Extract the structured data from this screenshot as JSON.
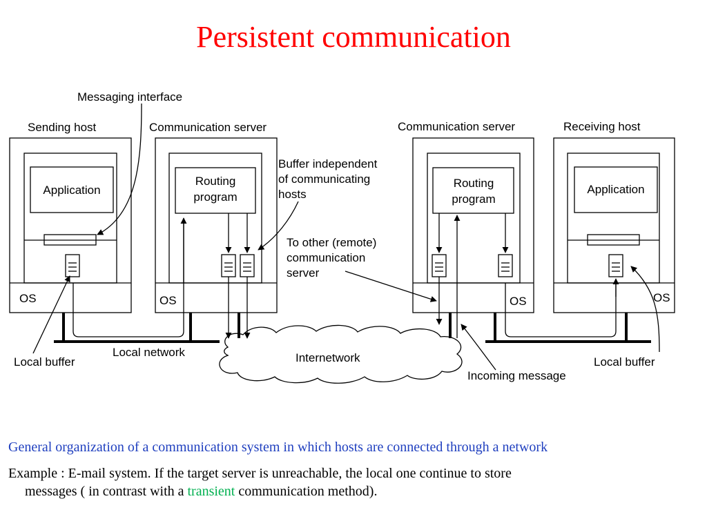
{
  "title": "Persistent communication",
  "diagram": {
    "messaging_interface": "Messaging interface",
    "sending_host": "Sending host",
    "comm_server_left": "Communication server",
    "comm_server_right": "Communication server",
    "receiving_host": "Receiving host",
    "application_left": "Application",
    "application_right": "Application",
    "routing_left_1": "Routing",
    "routing_left_2": "program",
    "routing_right_1": "Routing",
    "routing_right_2": "program",
    "buffer_note_1": "Buffer independent",
    "buffer_note_2": "of communicating",
    "buffer_note_3": "hosts",
    "remote_note_1": "To other (remote)",
    "remote_note_2": "communication",
    "remote_note_3": "server",
    "os_1": "OS",
    "os_2": "OS",
    "os_3": "OS",
    "os_4": "OS",
    "local_buffer_left": "Local buffer",
    "local_network": "Local network",
    "internetwork": "Internetwork",
    "incoming_message": "Incoming message",
    "local_buffer_right": "Local buffer"
  },
  "caption": "General organization of a communication system in which hosts are connected through a network",
  "example": {
    "line1": "Example : E-mail system. If the target server is unreachable, the local one continue to store",
    "line2_before": "messages ( in contrast with a ",
    "line2_highlight": "transient",
    "line2_after": " communication method)."
  },
  "colors": {
    "title": "#ff0000",
    "caption": "#1f3fbf",
    "highlight": "#00b050"
  }
}
